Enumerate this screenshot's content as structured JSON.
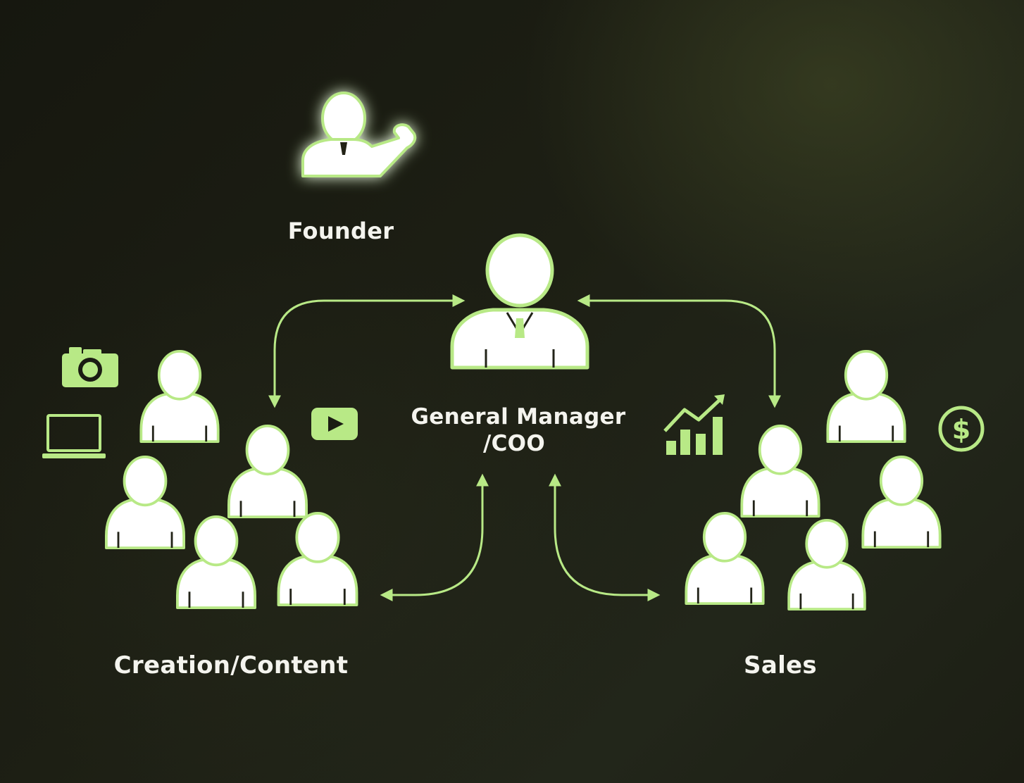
{
  "nodes": {
    "founder": {
      "label": "Founder"
    },
    "general_manager": {
      "label_line1": "General Manager",
      "label_line2": "/COO"
    },
    "creation_team": {
      "label": "Creation/Content"
    },
    "sales_team": {
      "label": "Sales"
    }
  },
  "icons": {
    "creation": [
      "camera-icon",
      "laptop-icon",
      "youtube-play-icon"
    ],
    "sales": [
      "growth-chart-icon",
      "dollar-coin-icon"
    ]
  },
  "colors": {
    "accent": "#b8e986",
    "person_fill": "#ffffff",
    "text": "#f4f4ee",
    "background": "#1b1c13"
  }
}
